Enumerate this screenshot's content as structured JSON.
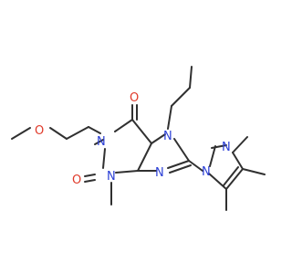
{
  "structure": {
    "atoms": {
      "o_methoxy": "O",
      "n1": "N",
      "o_c6": "O",
      "o_c2": "O",
      "n3": "N",
      "n7": "N",
      "n9": "N",
      "n_pyrazole_1": "N",
      "n_pyrazole_2": "N"
    },
    "colors": {
      "bond": "#303030",
      "oxygen": "#e03a2a",
      "nitrogen": "#2b3fd6"
    }
  }
}
